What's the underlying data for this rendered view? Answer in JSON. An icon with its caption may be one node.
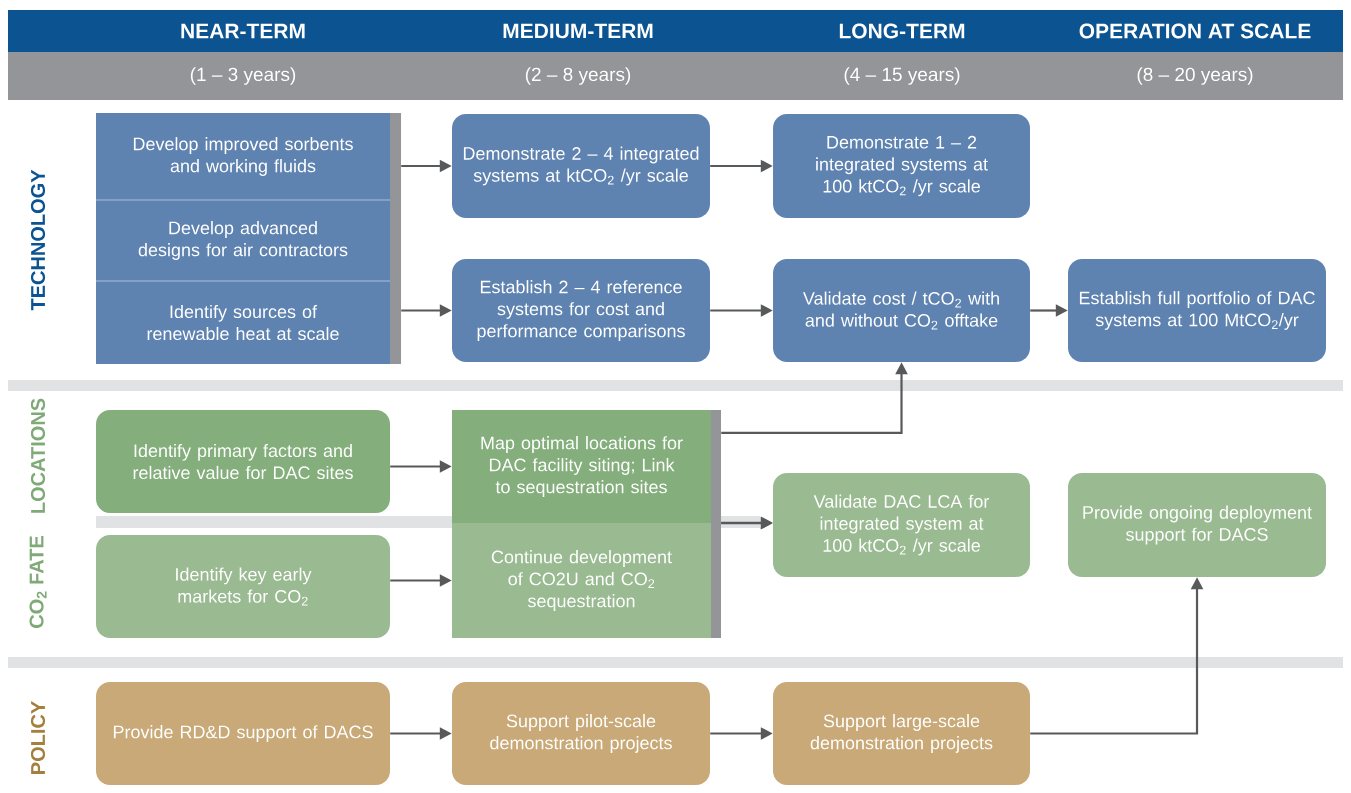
{
  "diagram": {
    "nodes": [
      {
        "text": [
          "Develop improved sorbents and working fluids",
          "Develop advanced designs for air contractors",
          "Identify sources of renewable heat at scale"
        ]
      },
      {
        "text": [
          "Demonstrate 2 – 4 integrated systems at ktCO$_{2}$ /yr scale"
        ]
      },
      {
        "text": [
          "Demonstrate 1 – 2 integrated systems at 100 ktCO$_{2}$ /yr scale"
        ]
      },
      {
        "text": [
          "Establish 2 – 4 reference systems for cost and performance comparisons"
        ]
      },
      {
        "text": [
          "Validate cost / tCO$_{2}$ with and without CO$_{2}$ offtake"
        ]
      },
      {
        "text": [
          "Establish full portfolio of DAC systems at 100 MtCO$_{2}$/yr"
        ]
      },
      {
        "text": [
          "Identify primary factors and relative value for DAC sites"
        ]
      },
      {
        "text": [
          "Map optimal locations for DAC facility siting; Link to sequestration sites"
        ]
      },
      {
        "text": [
          "Validate DAC LCA for integrated system at 100 ktCO$_{2}$ /yr scale"
        ]
      },
      {
        "text": [
          "Provide ongoing deployment support for DACS"
        ]
      },
      {
        "text": [
          "Identify key early markets for CO$_{2}$"
        ]
      },
      {
        "text": [
          "Continue development of CO2U and CO$_{2}$ sequestration"
        ]
      },
      {
        "text": [
          "Provide RD&D support of DACS"
        ]
      },
      {
        "text": [
          "Support pilot-scale demonstration projects"
        ]
      },
      {
        "text": [
          "Support large-scale demonstration projects"
        ]
      }
    ],
    "edges": [
      {
        "from": 0,
        "to": 1,
        "arrow": "to"
      },
      {
        "from": 1,
        "to": 2,
        "arrow": "to"
      },
      {
        "from": 0,
        "to": 3,
        "arrow": "to"
      },
      {
        "from": 3,
        "to": 4,
        "arrow": "to"
      },
      {
        "from": 4,
        "to": 5,
        "arrow": "to"
      },
      {
        "from": 6,
        "to": 7,
        "arrow": "to"
      },
      {
        "from": 7,
        "to": 4,
        "arrow": "to"
      },
      {
        "from": 7,
        "to": 8,
        "arrow": "to"
      },
      {
        "from": 11,
        "to": 8,
        "arrow": "to"
      },
      {
        "from": 10,
        "to": 11,
        "arrow": "to"
      },
      {
        "from": 12,
        "to": 13,
        "arrow": "to"
      },
      {
        "from": 13,
        "to": 14,
        "arrow": "to"
      },
      {
        "from": 14,
        "to": 9,
        "arrow": "to"
      }
    ],
    "labels": [
      "NEAR-TERM",
      "MEDIUM-TERM",
      "LONG-TERM",
      "OPERATION AT SCALE",
      "(1 – 3 years)",
      "(2 – 8 years)",
      "(4 – 15 years)",
      "(8 – 20 years)",
      "TECHNOLOGY",
      "LOCATIONS",
      "CO$_{2}$ FATE",
      "POLICY"
    ]
  }
}
